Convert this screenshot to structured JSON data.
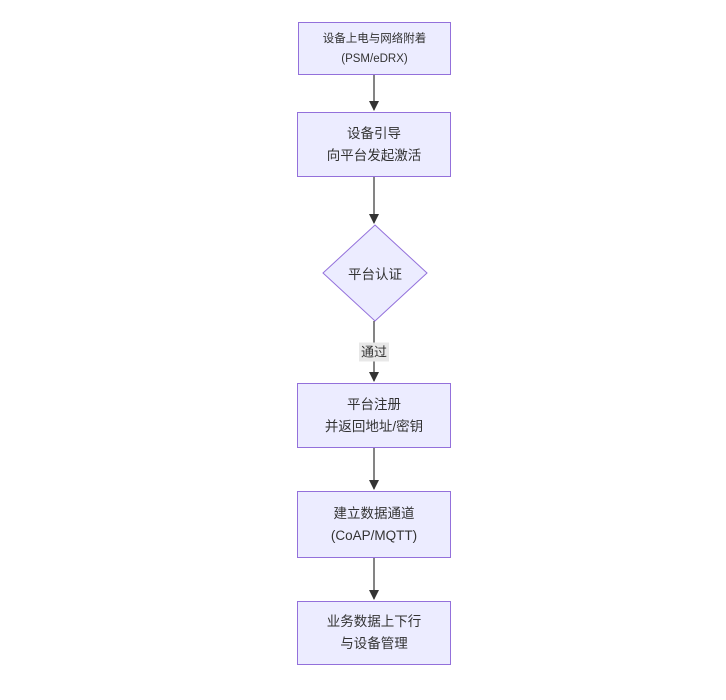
{
  "diagram": {
    "type": "flowchart",
    "direction": "top-down",
    "colors": {
      "background": "#ffffff",
      "node_fill": "#ECECFF",
      "node_border": "#9370DB",
      "edge_line": "#333333",
      "text": "#333333",
      "edge_label_bg": "#e8e8e8"
    },
    "nodes": [
      {
        "id": "power-attach",
        "shape": "rect",
        "lines": [
          "设备上电与网络附着",
          "(PSM/eDRX)"
        ]
      },
      {
        "id": "bootstrap",
        "shape": "rect",
        "lines": [
          "设备引导",
          "向平台发起激活"
        ]
      },
      {
        "id": "auth",
        "shape": "diamond",
        "lines": [
          "平台认证"
        ]
      },
      {
        "id": "register",
        "shape": "rect",
        "lines": [
          "平台注册",
          "并返回地址/密钥"
        ]
      },
      {
        "id": "channel",
        "shape": "rect",
        "lines": [
          "建立数据通道",
          "(CoAP/MQTT)"
        ]
      },
      {
        "id": "business",
        "shape": "rect",
        "lines": [
          "业务数据上下行",
          "与设备管理"
        ]
      }
    ],
    "edges": [
      {
        "from": "power-attach",
        "to": "bootstrap",
        "label": ""
      },
      {
        "from": "bootstrap",
        "to": "auth",
        "label": ""
      },
      {
        "from": "auth",
        "to": "register",
        "label": "通过"
      },
      {
        "from": "register",
        "to": "channel",
        "label": ""
      },
      {
        "from": "channel",
        "to": "business",
        "label": ""
      }
    ]
  }
}
